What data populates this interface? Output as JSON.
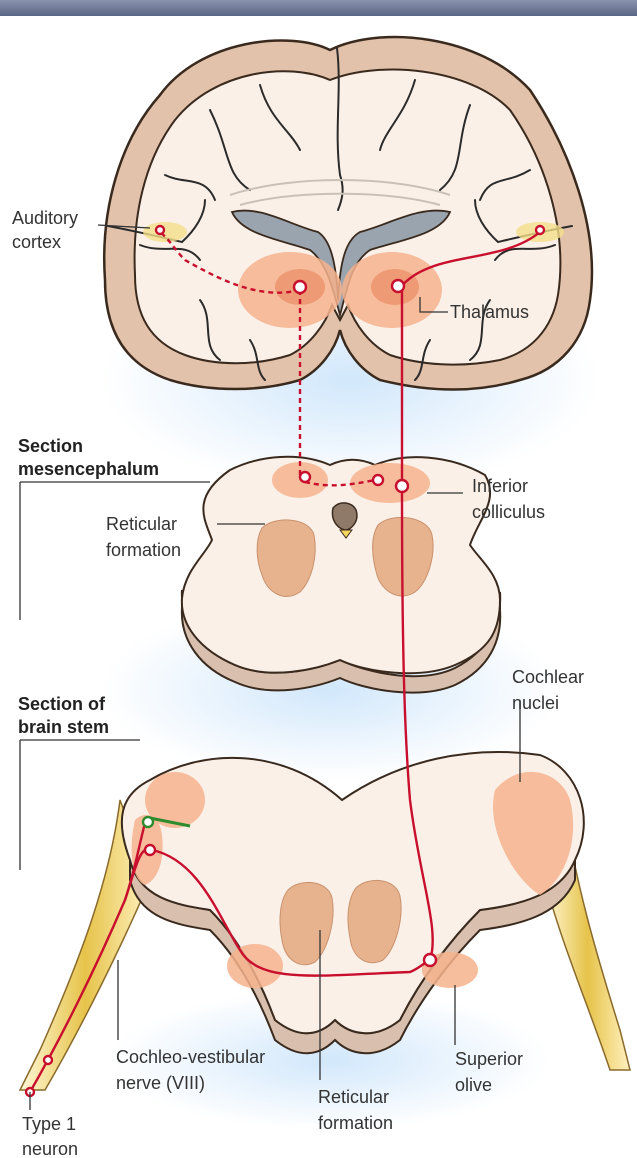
{
  "labels": {
    "auditory_cortex_1": "Auditory",
    "auditory_cortex_2": "cortex",
    "thalamus": "Thalamus",
    "section_mes_1": "Section",
    "section_mes_2": "mesencephalum",
    "inferior_colliculus_1": "Inferior",
    "inferior_colliculus_2": "colliculus",
    "reticular_upper_1": "Reticular",
    "reticular_upper_2": "formation",
    "cochlear_nuclei_1": "Cochlear",
    "cochlear_nuclei_2": "nuclei",
    "section_bs_1": "Section of",
    "section_bs_2": "brain stem",
    "superior_olive_1": "Superior",
    "superior_olive_2": "olive",
    "cochleo_nerve_1": "Cochleo-vestibular",
    "cochleo_nerve_2": "nerve (VIII)",
    "reticular_lower_1": "Reticular",
    "reticular_lower_2": "formation",
    "type1_neuron_1": "Type 1",
    "type1_neuron_2": "neuron"
  },
  "colors": {
    "pathway": "#c8102e",
    "nucleus": "#f6b38d",
    "tissue": "#fbf0e8",
    "cortex": "#e2c2aa",
    "glow": "#cfe6fb",
    "nerve": "#e6c34a"
  }
}
